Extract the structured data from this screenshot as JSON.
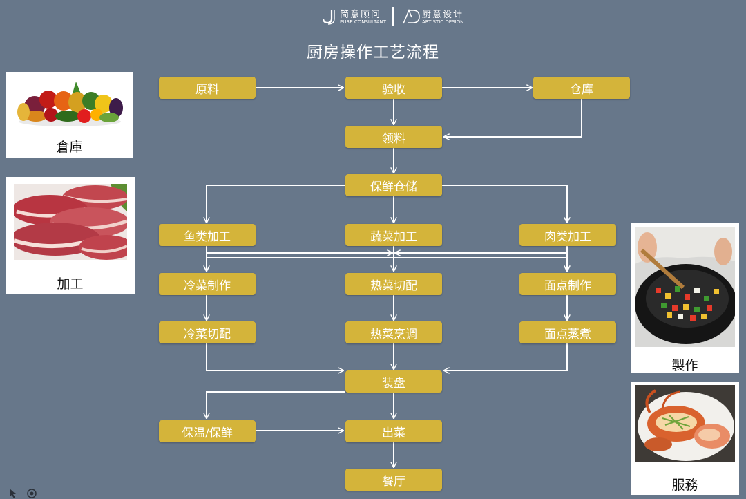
{
  "brand": {
    "left_cn": "简意顾问",
    "left_en": "PURE CONSULTANT",
    "right_cn": "厨意设计",
    "right_en": "ARTISTIC  DESIGN"
  },
  "title": "厨房操作工艺流程",
  "nodes": {
    "raw": "原料",
    "inspect": "验收",
    "warehouse": "仓库",
    "requisition": "领料",
    "storage": "保鲜仓储",
    "fish": "鱼类加工",
    "veg": "蔬菜加工",
    "meat": "肉类加工",
    "cold_make": "冷菜制作",
    "hot_cut": "热菜切配",
    "pastry_make": "面点制作",
    "cold_cut": "冷菜切配",
    "hot_cook": "热菜烹调",
    "pastry_steam": "面点蒸煮",
    "plating": "装盘",
    "keep": "保温/保鲜",
    "serve": "出菜",
    "dining": "餐厅"
  },
  "cards": {
    "storehouse": "倉庫",
    "processing": "加工",
    "making": "製作",
    "service": "服務"
  },
  "colors": {
    "background": "#67778a",
    "node": "#d4b43a",
    "line": "#ffffff"
  }
}
